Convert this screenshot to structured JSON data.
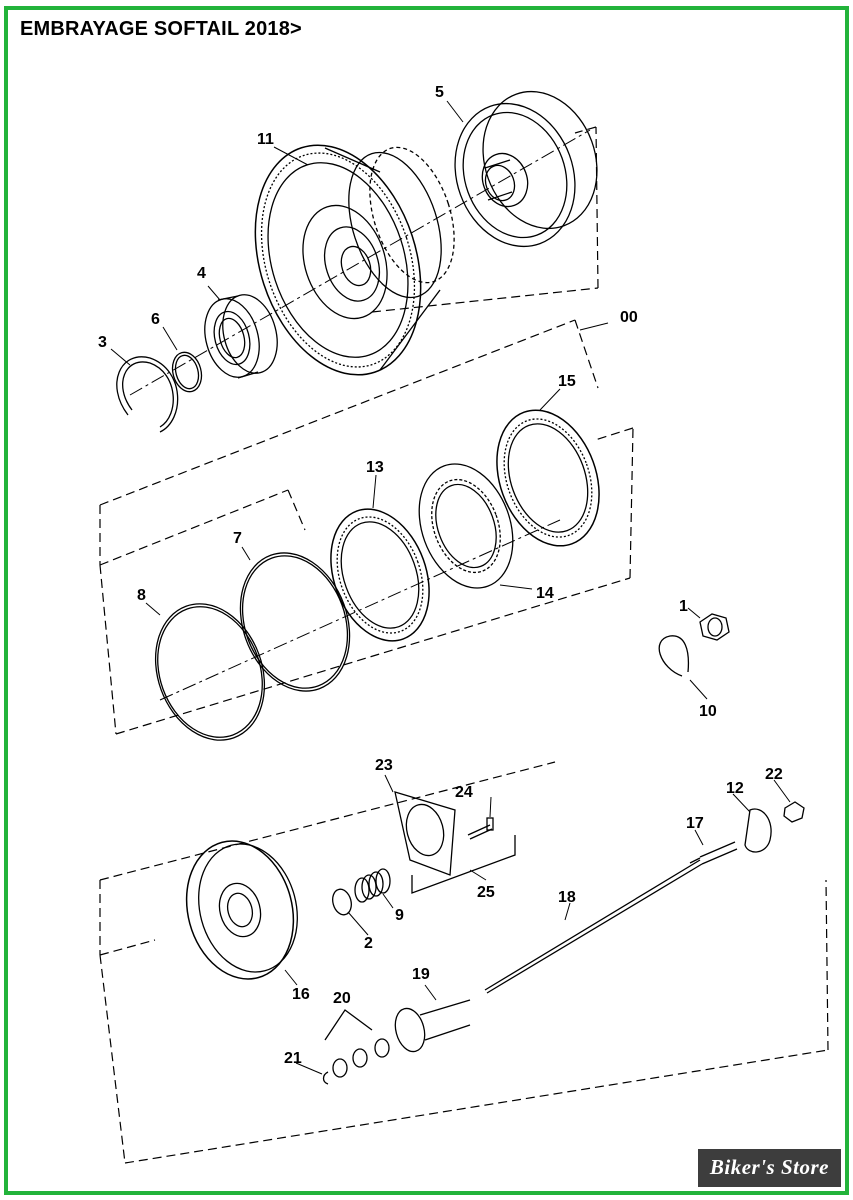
{
  "title": "EMBRAYAGE SOFTAIL 2018>",
  "brand": "Biker's Store",
  "colors": {
    "frame": "#22b33a",
    "badge": "#3d3d3d"
  },
  "callouts": [
    "00",
    "1",
    "2",
    "3",
    "4",
    "5",
    "6",
    "7",
    "8",
    "9",
    "10",
    "11",
    "12",
    "13",
    "14",
    "15",
    "16",
    "17",
    "18",
    "19",
    "20",
    "21",
    "22",
    "23",
    "24",
    "25"
  ]
}
